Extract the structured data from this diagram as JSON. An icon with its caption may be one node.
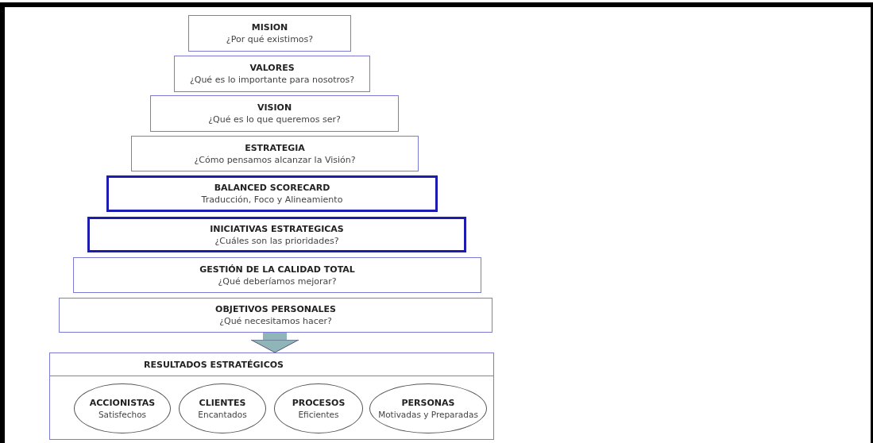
{
  "diagram": {
    "nodes": [
      {
        "text": [
          "MISION",
          "¿Por qué existimos?"
        ]
      },
      {
        "text": [
          "VALORES",
          "¿Qué es lo importante para nosotros?"
        ]
      },
      {
        "text": [
          "VISION",
          "¿Qué es lo que queremos ser?"
        ]
      },
      {
        "text": [
          "ESTRATEGIA",
          "¿Cómo pensamos alcanzar la Visión?"
        ]
      },
      {
        "text": [
          "BALANCED SCORECARD",
          "Traducción, Foco y Alineamiento"
        ]
      },
      {
        "text": [
          "INICIATIVAS ESTRATEGICAS",
          "¿Cuáles son las prioridades?"
        ]
      },
      {
        "text": [
          "GESTIÓN DE LA CALIDAD TOTAL",
          "¿Qué deberíamos mejorar?"
        ]
      },
      {
        "text": [
          "OBJETIVOS PERSONALES",
          "¿Qué necesitamos hacer?"
        ]
      },
      {
        "text": [
          "RESULTADOS ESTRATÉGICOS"
        ]
      },
      {
        "text": [
          "ACCIONISTAS",
          "Satisfechos"
        ],
        "in": 8
      },
      {
        "text": [
          "CLIENTES",
          "Encantados"
        ],
        "in": 8
      },
      {
        "text": [
          "PROCESOS",
          "Eficientes"
        ],
        "in": 8
      },
      {
        "text": [
          "PERSONAS",
          "Motivadas y Preparadas"
        ],
        "in": 8
      }
    ],
    "edges": [
      {
        "from": 7,
        "to": 8,
        "arrow": "to"
      }
    ]
  }
}
